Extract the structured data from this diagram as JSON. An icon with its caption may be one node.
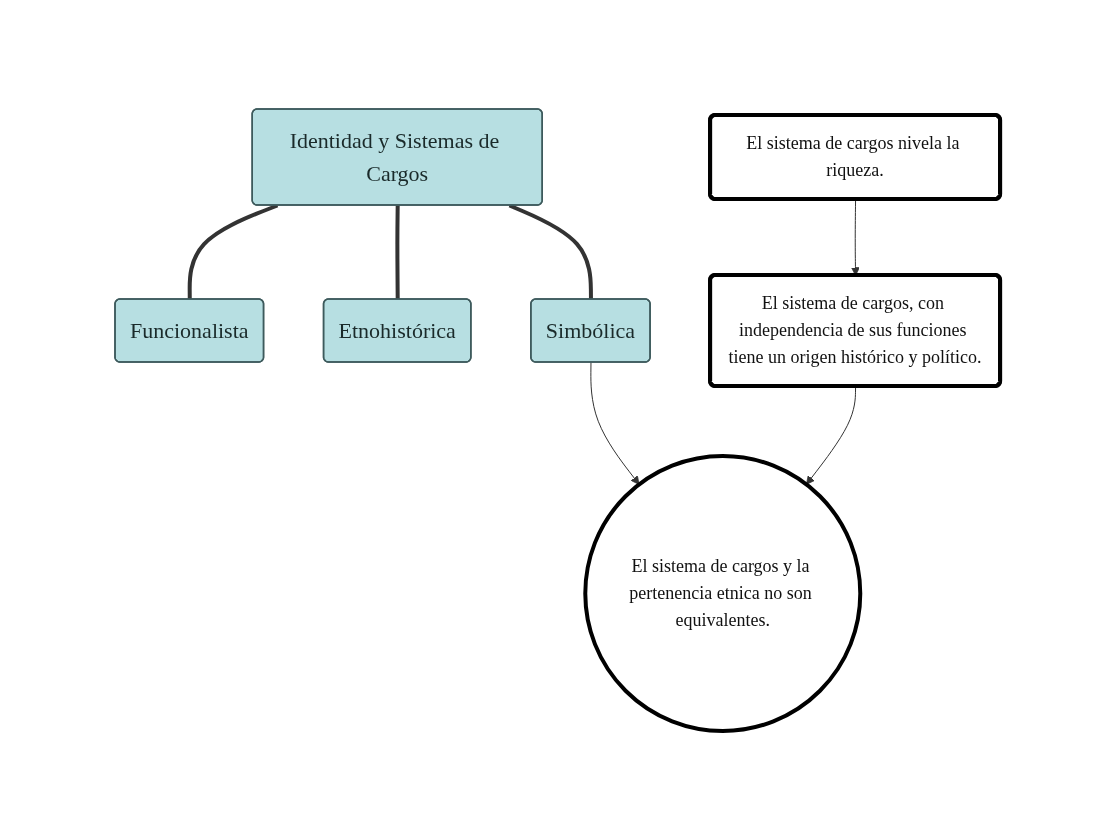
{
  "diagram": {
    "nodes": [
      {
        "text": [
          "Identidad y Sistemas de Cargos"
        ]
      },
      {
        "text": [
          "Funcionalista"
        ]
      },
      {
        "text": [
          "Etnohistórica"
        ]
      },
      {
        "text": [
          "Simbólica"
        ]
      },
      {
        "text": [
          "El sistema de cargos nivela la riqueza."
        ]
      },
      {
        "text": [
          "El sistema de cargos, con independencia de sus funciones tiene un origen histórico y político."
        ]
      },
      {
        "text": [
          "El sistema de cargos y la pertenencia etnica no son equivalentes."
        ]
      }
    ],
    "edges": [
      {
        "from": 0,
        "to": 1,
        "arrow": "none",
        "style": "thick"
      },
      {
        "from": 0,
        "to": 2,
        "arrow": "none",
        "style": "thick"
      },
      {
        "from": 0,
        "to": 3,
        "arrow": "none",
        "style": "thick"
      },
      {
        "from": 4,
        "to": 5,
        "arrow": "to"
      },
      {
        "from": 5,
        "to": 6,
        "arrow": "to"
      },
      {
        "from": 3,
        "to": 6,
        "arrow": "to"
      }
    ]
  }
}
